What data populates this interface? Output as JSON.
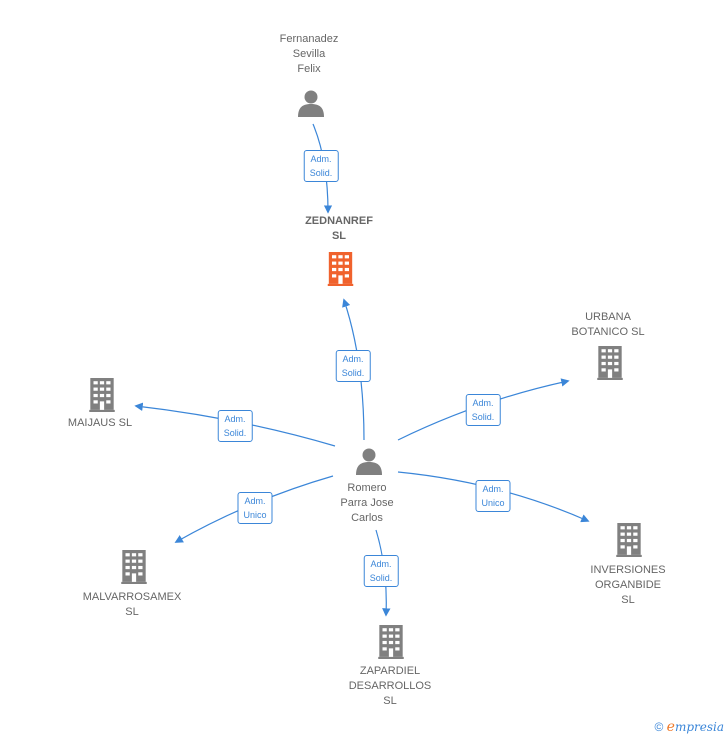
{
  "colors": {
    "edge": "#3b86d8",
    "node": "#808080",
    "highlight": "#f0622d",
    "text": "#666666"
  },
  "nodes": {
    "person_top": {
      "label": "Fernanadez\nSevilla\nFelix"
    },
    "zednanref": {
      "label": "ZEDNANREF\nSL"
    },
    "urbana": {
      "label": "URBANA\nBOTANICO  SL"
    },
    "maijaus": {
      "label": "MAIJAUS  SL"
    },
    "person_center": {
      "label": "Romero\nParra Jose\nCarlos"
    },
    "inversiones": {
      "label": "INVERSIONES\nORGANBIDE\nSL"
    },
    "malvarrosamex": {
      "label": "MALVARROSAMEX\nSL"
    },
    "zapardiel": {
      "label": "ZAPARDIEL\nDESARROLLOS\nSL"
    }
  },
  "edges": {
    "top_to_zednanref": "Adm.\nSolid.",
    "center_to_zednanref": "Adm.\nSolid.",
    "center_to_urbana": "Adm.\nSolid.",
    "center_to_maijaus": "Adm.\nSolid.",
    "center_to_inversiones": "Adm.\nUnico",
    "center_to_malvarrosamex": "Adm.\nUnico",
    "center_to_zapardiel": "Adm.\nSolid."
  },
  "footer": {
    "copyright": "©",
    "brand_initial": "e",
    "brand_rest": "mpresia"
  }
}
